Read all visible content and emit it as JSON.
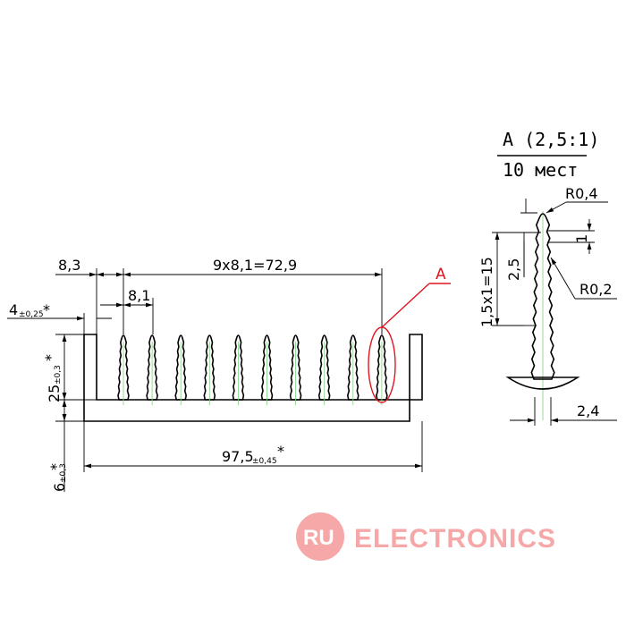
{
  "main_view": {
    "dim_wall_offset": "8,3",
    "dim_fin_span": "9x8,1=72,9",
    "dim_fin_pitch": "8,1",
    "dim_wall_thickness": "4",
    "dim_wall_thickness_tol": "±0,25",
    "dim_fin_height": "25",
    "dim_fin_height_tol": "±0,3",
    "dim_base_thickness": "6",
    "dim_base_thickness_tol": "±0,3",
    "dim_total_width": "97,5",
    "dim_total_width_tol": "±0,45",
    "asterisk": "*",
    "callout_label": "A"
  },
  "detail_view": {
    "title_line1": "A (2,5:1)",
    "title_line2": "10 мест",
    "dim_tip_radius": "R0,4",
    "dim_tip_step": "1",
    "dim_groove_depth": "2,5",
    "dim_groove_radius": "R0,2",
    "dim_groove_span": "1,5x1=15",
    "dim_fin_base_width": "2,4"
  },
  "watermark": {
    "logo_text": "RU",
    "brand_text": "ELECTRONICS"
  },
  "colors": {
    "callout": "#e0141e",
    "watermark": "#f6a8a8",
    "axis": "#7fd17f"
  }
}
